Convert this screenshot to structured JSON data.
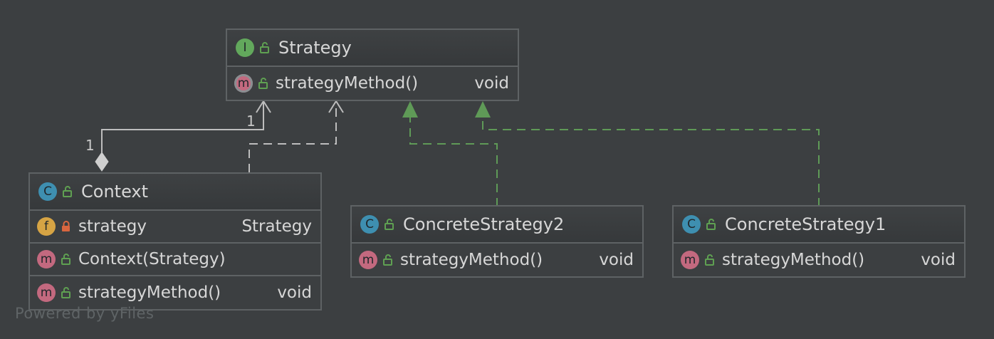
{
  "colors": {
    "background": "#3c3f41",
    "border": "#5e6264",
    "text": "#d7d7d7",
    "interface_icon": "#62a85c",
    "class_icon": "#3e8fb0",
    "method_icon": "#c3697f",
    "field_icon": "#d6a444",
    "realization_arrow": "#5f9a57",
    "dependency_arrow": "#b7b7b7"
  },
  "strategy": {
    "icon": "I",
    "title": "Strategy",
    "methods": [
      {
        "icon": "m",
        "name": "strategyMethod()",
        "type": "void"
      }
    ]
  },
  "context": {
    "icon": "C",
    "title": "Context",
    "fields": [
      {
        "icon": "f",
        "name": "strategy",
        "type": "Strategy"
      }
    ],
    "constructors": [
      {
        "icon": "m",
        "name": "Context(Strategy)",
        "type": ""
      }
    ],
    "methods": [
      {
        "icon": "m",
        "name": "strategyMethod()",
        "type": "void"
      }
    ]
  },
  "concrete2": {
    "icon": "C",
    "title": "ConcreteStrategy2",
    "methods": [
      {
        "icon": "m",
        "name": "strategyMethod()",
        "type": "void"
      }
    ]
  },
  "concrete1": {
    "icon": "C",
    "title": "ConcreteStrategy1",
    "methods": [
      {
        "icon": "m",
        "name": "strategyMethod()",
        "type": "void"
      }
    ]
  },
  "multiplicity": {
    "source": "1",
    "target": "1"
  },
  "watermark": "Powered by yFiles"
}
